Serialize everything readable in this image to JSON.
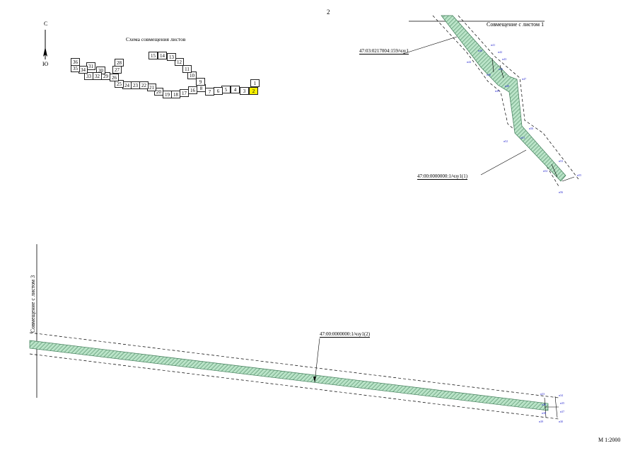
{
  "page_number": "2",
  "scheme": {
    "title": "Схема совмещения листов",
    "compass_north": "С",
    "compass_south": "Ю",
    "sheets": [
      "1",
      "2",
      "3",
      "4",
      "5",
      "6",
      "7",
      "8",
      "9",
      "10",
      "11",
      "12",
      "13",
      "14",
      "15",
      "16",
      "17",
      "18",
      "19",
      "20",
      "21",
      "22",
      "23",
      "24",
      "25",
      "26",
      "27",
      "28",
      "29",
      "30",
      "31",
      "32",
      "33",
      "34",
      "35",
      "36"
    ],
    "active_sheet": "2"
  },
  "labels": {
    "join_sheet_1": "Совмещение с листом 1",
    "join_sheet_3": "Совмещение с листом 3",
    "parcel_1": "47:03:0217004:159/чзу1",
    "parcel_2": "47:00:0000000:1/чзу1(1)",
    "parcel_3": "47:00:0000000:1/чзу1(2)"
  },
  "points_upper": [
    "н40",
    "н41",
    "н42",
    "н43",
    "н44",
    "н45",
    "н46",
    "н47",
    "н48",
    "н49",
    "н50",
    "н51",
    "н52",
    "н53",
    "н54",
    "н55",
    "н56"
  ],
  "points_lower": [
    "н33",
    "н34",
    "н35",
    "н36",
    "н37",
    "н38",
    "н39",
    "н30"
  ],
  "colors": {
    "strip_fill": "#b9e3c7",
    "strip_hatch": "#3c7a55",
    "active_sheet": "#f6f000",
    "point_label": "#2a2ad0"
  },
  "scale": "М 1:2000"
}
